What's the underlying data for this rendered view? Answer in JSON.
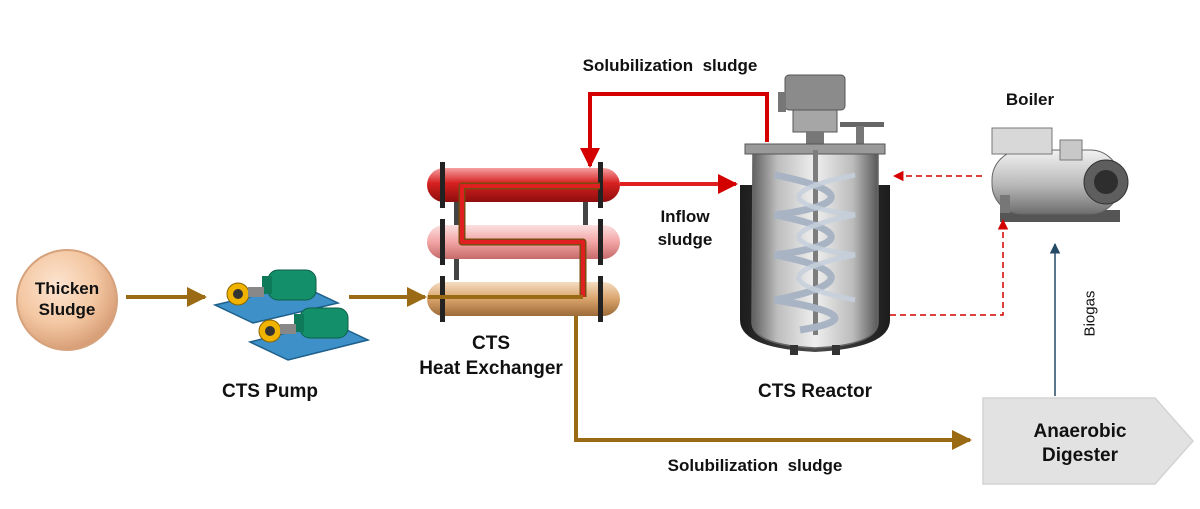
{
  "source": {
    "line1": "Thicken",
    "line2": "Sludge"
  },
  "pump": {
    "label": "CTS Pump"
  },
  "heat_exchanger": {
    "line1": "CTS",
    "line2": "Heat Exchanger"
  },
  "reactor": {
    "label": "CTS Reactor"
  },
  "boiler": {
    "label": "Boiler"
  },
  "digester": {
    "line1": "Anaerobic",
    "line2": "Digester"
  },
  "flows": {
    "top": "Solubilization  sludge",
    "bottom": "Solubilization  sludge",
    "inflow_line1": "Inflow",
    "inflow_line2": "sludge",
    "biogas": "Biogas"
  },
  "colors": {
    "brown_flow": "#9a6a14",
    "red_flow": "#d40000",
    "hot_red": "#e02020",
    "biogas_line": "#244a66",
    "digester_fill": "#e2e2e2",
    "source_fill": "#f3c7a2"
  }
}
